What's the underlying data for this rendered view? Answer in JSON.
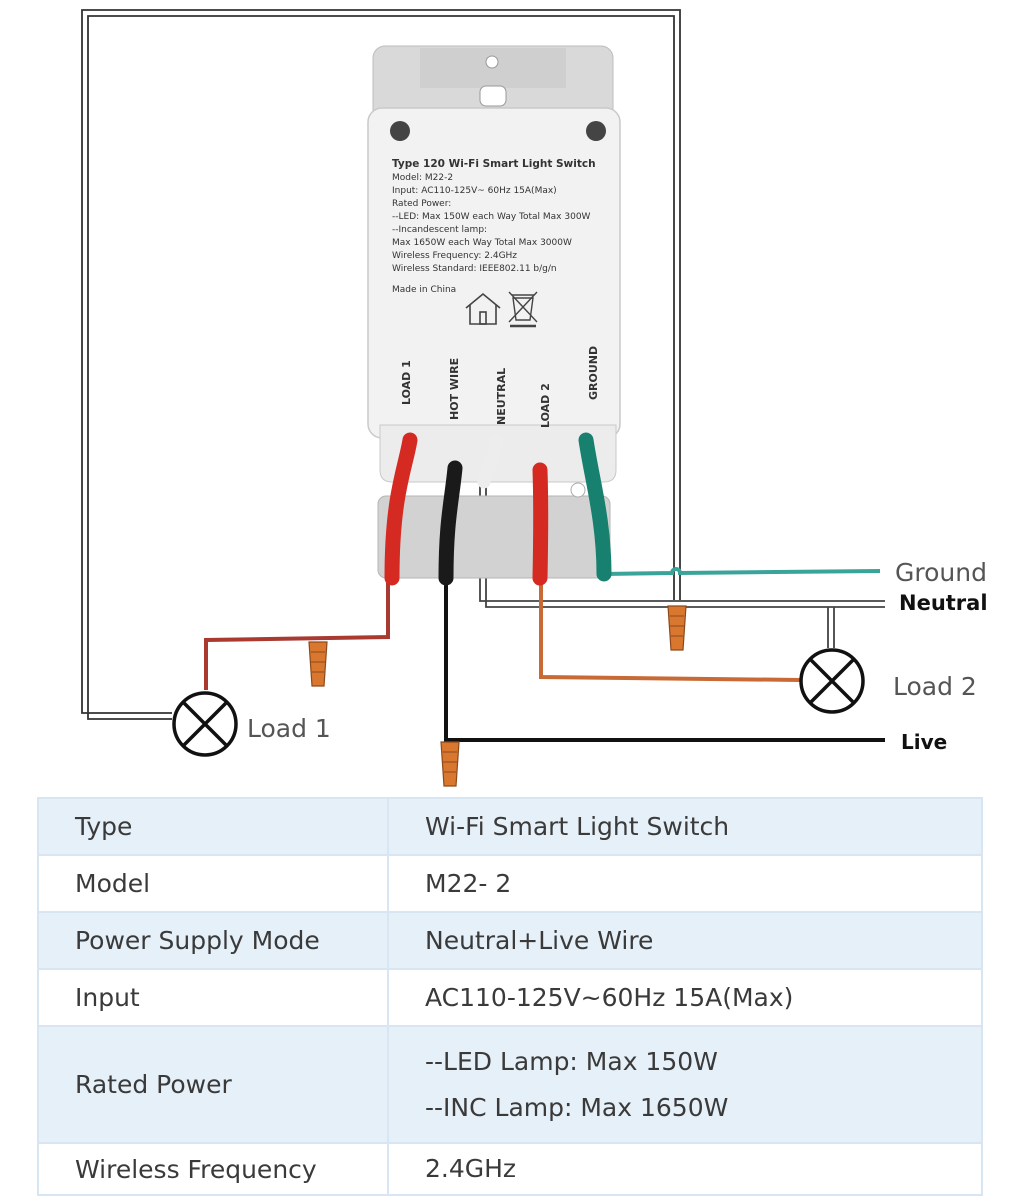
{
  "device": {
    "label_title": "Type 120 Wi-Fi Smart Light Switch",
    "label_lines": [
      "Model: M22-2",
      "Input: AC110-125V~ 60Hz  15A(Max)",
      "Rated Power:",
      "--LED: Max 150W each Way Total Max 300W",
      "--Incandescent lamp:",
      "Max 1650W each Way Total Max 3000W",
      "Wireless Frequency: 2.4GHz",
      "Wireless Standard: IEEE802.11 b/g/n"
    ],
    "made_in": "Made in China",
    "terminals": [
      "LOAD 1",
      "HOT WIRE",
      "NEUTRAL",
      "LOAD 2",
      "GROUND"
    ]
  },
  "wires": {
    "ground": "Ground",
    "neutral": "Neutral",
    "live": "Live",
    "load1": "Load 1",
    "load2": "Load 2"
  },
  "colors": {
    "red_wire": "#a83a32",
    "orange_wire": "#c76a35",
    "teal_wire": "#3aa39a",
    "wire_nut": "#d9772e",
    "table_border": "#d7e6f2",
    "table_shade": "#e6f0f8"
  },
  "spec_table": [
    {
      "label": "Type",
      "values": [
        "Wi-Fi Smart Light Switch"
      ]
    },
    {
      "label": "Model",
      "values": [
        "M22- 2"
      ]
    },
    {
      "label": "Power Supply Mode",
      "values": [
        "Neutral+Live Wire"
      ]
    },
    {
      "label": "Input",
      "values": [
        "AC110-125V~60Hz  15A(Max)"
      ]
    },
    {
      "label": "Rated Power",
      "values": [
        "--LED Lamp: Max 150W",
        "--INC Lamp: Max 1650W"
      ]
    },
    {
      "label": "Wireless Frequency",
      "values": [
        "2.4GHz"
      ]
    }
  ]
}
